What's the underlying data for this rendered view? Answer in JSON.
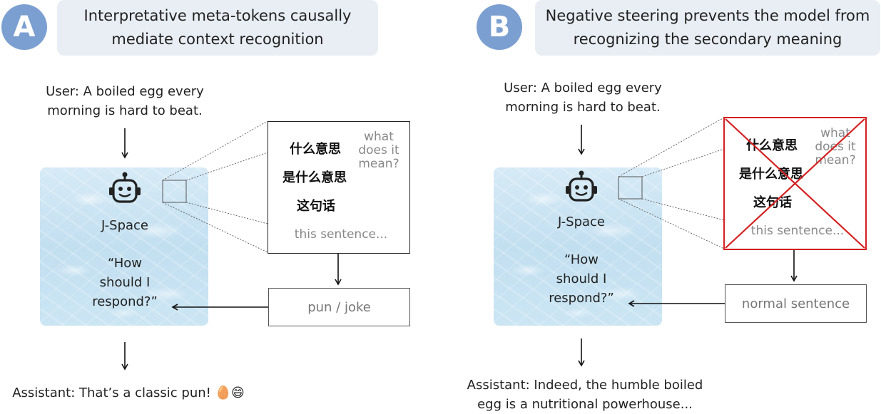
{
  "panels": [
    {
      "badge": "A",
      "title_line1": "Interpretative meta-tokens causally",
      "title_line2": "mediate context recognition",
      "user_line1": "User: A boiled egg every",
      "user_line2": "morning is hard to beat.",
      "jspace_label": "J-Space",
      "respond_line1": "“How",
      "respond_line2": "should I",
      "respond_line3": "respond?”",
      "tokens": [
        "什么意思",
        "是什么意思",
        "这句话"
      ],
      "gloss_line1": "what",
      "gloss_line2": "does it",
      "gloss_line3": "mean?",
      "sentence_gloss": "this sentence...",
      "output": "pun / joke",
      "assistant_line1": "Assistant: That’s a classic pun! 🥚😄",
      "assistant_line2": ""
    },
    {
      "badge": "B",
      "title_line1": "Negative steering prevents the model from",
      "title_line2": "recognizing the secondary meaning",
      "user_line1": "User: A boiled egg every",
      "user_line2": "morning is hard to beat.",
      "jspace_label": "J-Space",
      "respond_line1": "“How",
      "respond_line2": "should I",
      "respond_line3": "respond?”",
      "tokens": [
        "什么意思",
        "是什么意思",
        "这句话"
      ],
      "gloss_line1": "what",
      "gloss_line2": "does it",
      "gloss_line3": "mean?",
      "sentence_gloss": "this sentence...",
      "output": "normal sentence",
      "assistant_line1": "Assistant: Indeed, the humble boiled",
      "assistant_line2": "egg is a nutritional powerhouse..."
    }
  ],
  "colors": {
    "badge": "#7b9fd0",
    "title_bg": "#e8eef4",
    "cross": "#d42020"
  },
  "icons": {
    "robot": "robot-icon"
  }
}
